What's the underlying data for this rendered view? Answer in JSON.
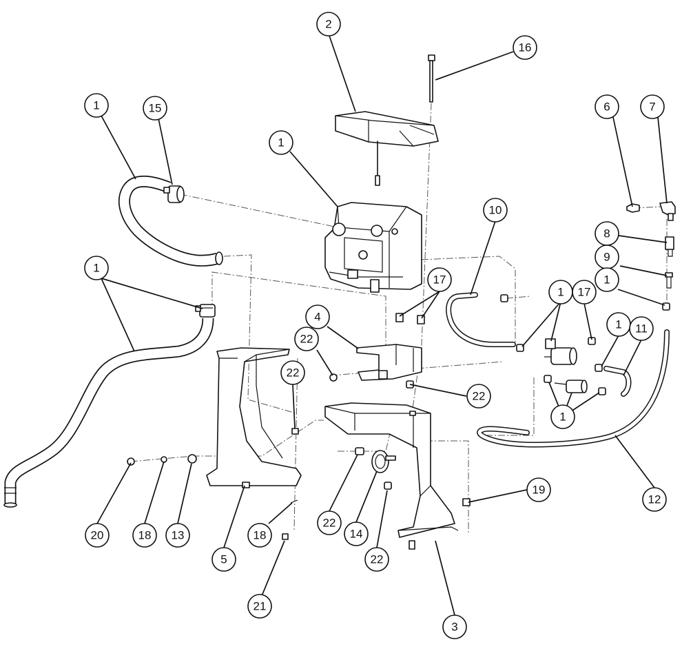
{
  "callouts": [
    "1",
    "2",
    "3",
    "4",
    "5",
    "6",
    "7",
    "8",
    "9",
    "10",
    "11",
    "12",
    "13",
    "14",
    "15",
    "16",
    "17",
    "18",
    "19",
    "20",
    "21",
    "22"
  ],
  "colors": {
    "line": "#111111",
    "background": "#ffffff",
    "centerline": "#555555"
  }
}
